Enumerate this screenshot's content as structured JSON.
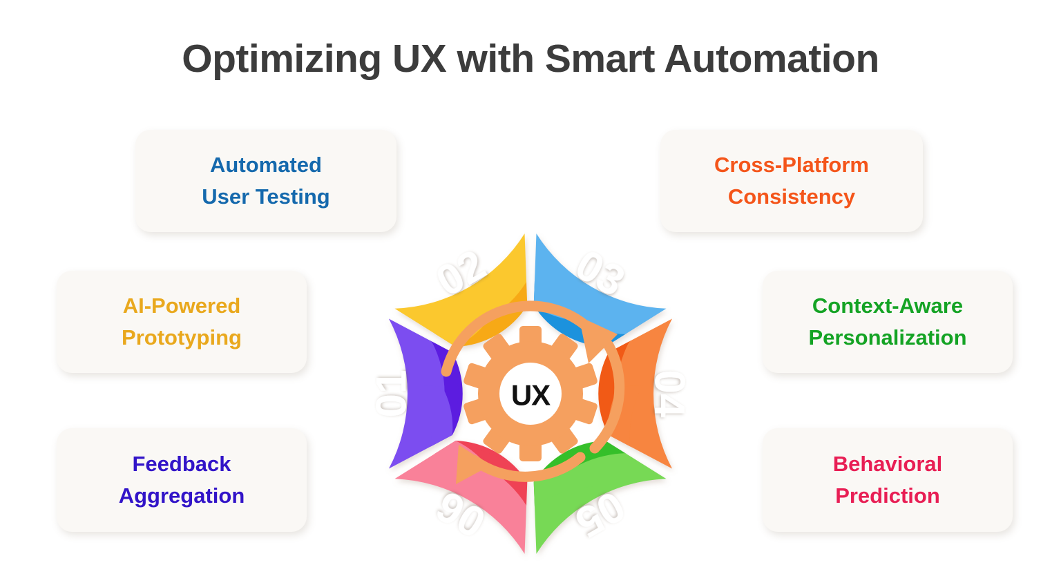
{
  "header": {
    "title": "Optimizing UX with Smart Automation",
    "title_color": "#3c3c3c"
  },
  "center": {
    "hub_label": "UX",
    "hub_icon": "gear-icon",
    "cycle_icon": "circular-arrows-icon",
    "accent_color": "#f5a05f"
  },
  "background_color": "#ffffff",
  "card_background": "#faf8f5",
  "chart_data": {
    "type": "pie",
    "title": "Optimizing UX with Smart Automation",
    "layout": "semicircular-ring, 6 equal segments, gap at bottom, arrow chevrons pointing inward toward central UX gear hub",
    "legend_position": "flanking cards left and right",
    "grid": false,
    "categories": [
      "01",
      "02",
      "03",
      "04",
      "05",
      "06"
    ],
    "values": [
      1,
      1,
      1,
      1,
      1,
      1
    ],
    "segments": [
      {
        "number": "01",
        "label": "Feedback Aggregation",
        "label_line1": "Feedback",
        "label_line2": "Aggregation",
        "color": "#7b4ef0",
        "color_dark": "#5b1fe0",
        "text_color": "#3214c8",
        "side": "left",
        "position": "bottom-left",
        "start_angle_deg": 150,
        "end_angle_deg": 210
      },
      {
        "number": "02",
        "label": "AI-Powered Prototyping",
        "label_line1": "AI-Powered",
        "label_line2": "Prototyping",
        "color": "#fbc82e",
        "color_dark": "#f7a915",
        "text_color": "#e9a81d",
        "side": "left",
        "position": "middle-left",
        "start_angle_deg": 90,
        "end_angle_deg": 150
      },
      {
        "number": "03",
        "label": "Automated User Testing",
        "label_line1": "Automated",
        "label_line2": "User Testing",
        "color": "#5cb3ef",
        "color_dark": "#1e92dd",
        "text_color": "#1569ad",
        "side": "left",
        "position": "top-left",
        "start_angle_deg": 30,
        "end_angle_deg": 90
      },
      {
        "number": "04",
        "label": "Cross-Platform Consistency",
        "label_line1": "Cross-Platform",
        "label_line2": "Consistency",
        "color": "#f7853f",
        "color_dark": "#f15a16",
        "text_color": "#f4551a",
        "side": "right",
        "position": "top-right",
        "start_angle_deg": -30,
        "end_angle_deg": 30
      },
      {
        "number": "05",
        "label": "Context-Aware Personalization",
        "label_line1": "Context-Aware",
        "label_line2": "Personalization",
        "color": "#77d955",
        "color_dark": "#36bf2a",
        "text_color": "#14a324",
        "side": "right",
        "position": "middle-right",
        "start_angle_deg": -90,
        "end_angle_deg": -30
      },
      {
        "number": "06",
        "label": "Behavioral Prediction",
        "label_line1": "Behavioral",
        "label_line2": "Prediction",
        "color": "#f98199",
        "color_dark": "#ef4254",
        "text_color": "#e81e54",
        "side": "right",
        "position": "bottom-right",
        "start_angle_deg": -150,
        "end_angle_deg": -90
      }
    ]
  }
}
